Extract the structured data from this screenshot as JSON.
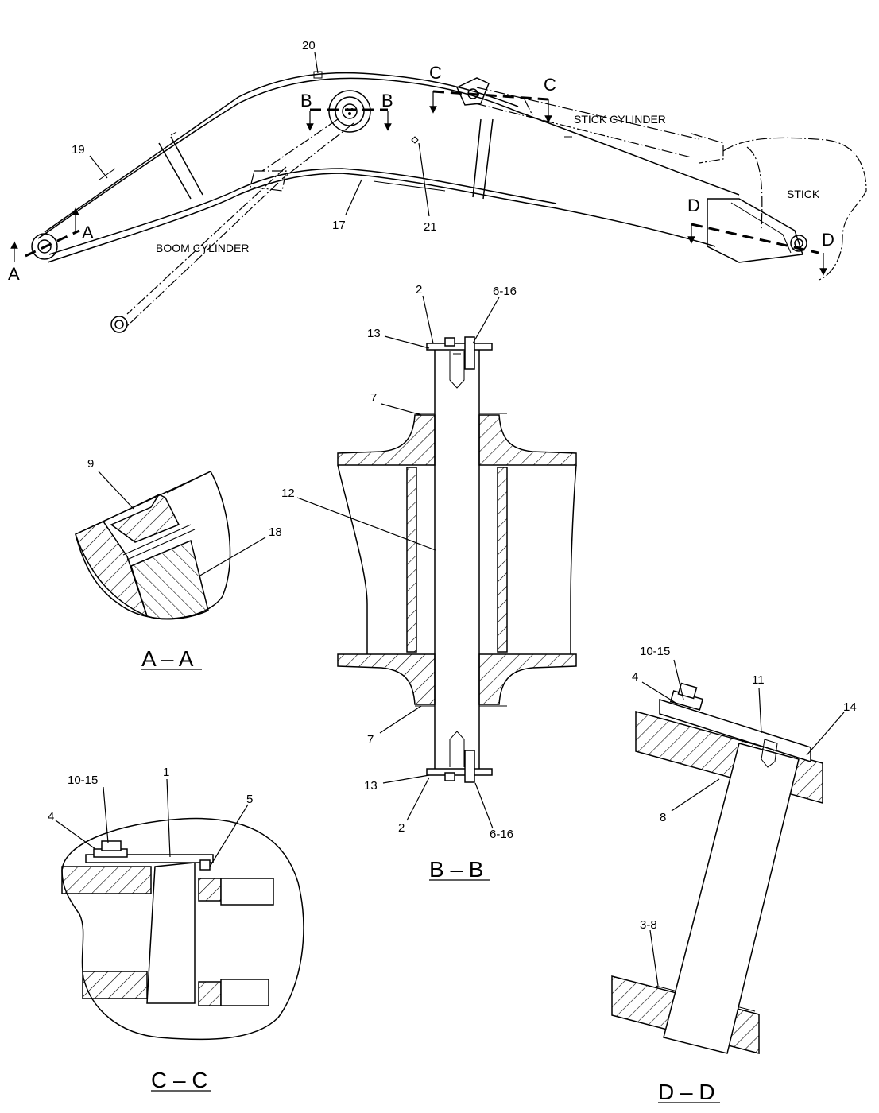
{
  "overview": {
    "callouts": {
      "c20": "20",
      "c19": "19",
      "c17": "17",
      "c21": "21"
    },
    "labels": {
      "stick_cylinder": "STICK CYLINDER",
      "boom_cylinder": "BOOM CYLINDER",
      "stick": "STICK"
    },
    "section_marks": {
      "a1": "A",
      "a2": "A",
      "b1": "B",
      "b2": "B",
      "c1": "C",
      "c2": "C",
      "d1": "D",
      "d2": "D"
    }
  },
  "section_bb": {
    "title": "B – B",
    "callouts": {
      "top_2": "2",
      "top_6_16": "6-16",
      "top_13": "13",
      "top_7": "7",
      "c12": "12",
      "bottom_7": "7",
      "bottom_13": "13",
      "bottom_2": "2",
      "bottom_6_16": "6-16"
    }
  },
  "section_aa": {
    "title": "A – A",
    "callouts": {
      "c9": "9",
      "c18": "18"
    }
  },
  "section_cc": {
    "title": "C – C",
    "callouts": {
      "c10_15": "10-15",
      "c4": "4",
      "c1": "1",
      "c5": "5"
    }
  },
  "section_dd": {
    "title": "D – D",
    "callouts": {
      "c10_15": "10-15",
      "c4": "4",
      "c11": "11",
      "c14": "14",
      "c8": "8",
      "c3_8": "3-8"
    }
  }
}
